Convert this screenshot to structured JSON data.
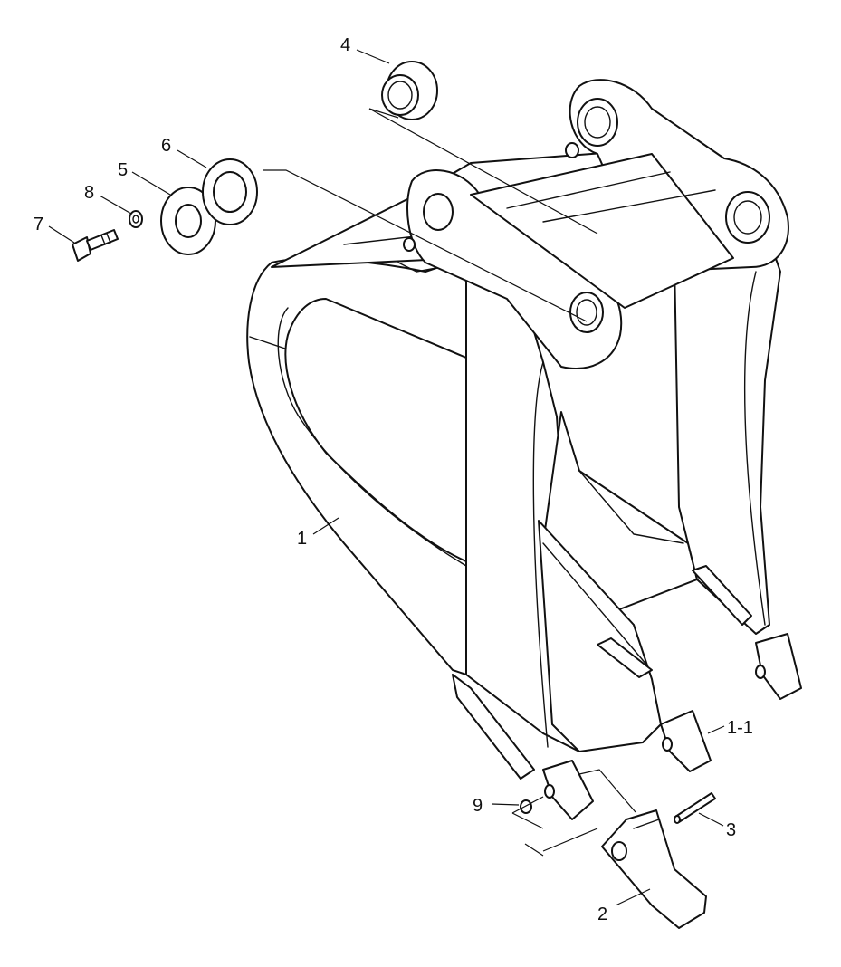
{
  "callouts": {
    "part_1": "1",
    "part_1_1": "1-1",
    "part_2": "2",
    "part_3": "3",
    "part_4": "4",
    "part_5": "5",
    "part_6": "6",
    "part_7": "7",
    "part_8": "8",
    "part_9": "9"
  }
}
